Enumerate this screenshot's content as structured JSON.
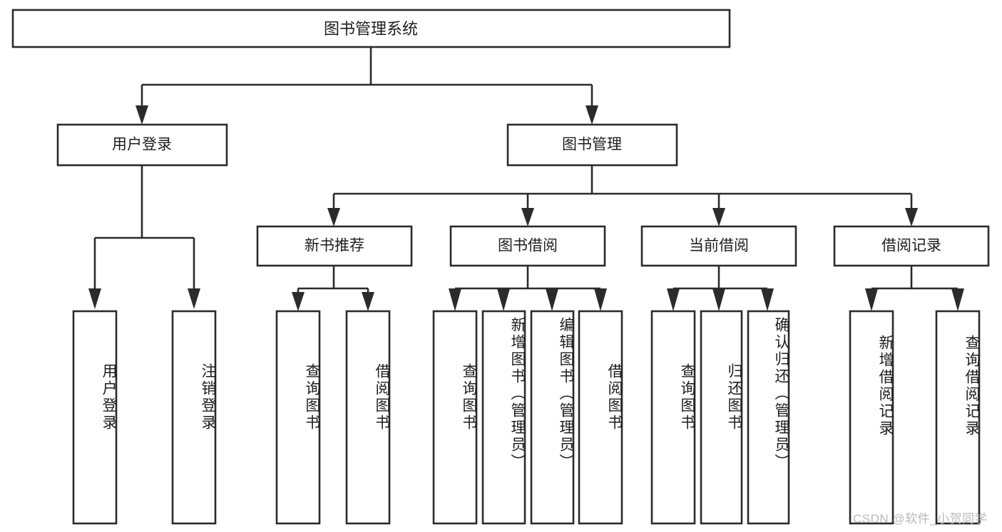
{
  "diagram": {
    "type": "tree-hierarchy",
    "title": "图书管理系统",
    "watermark": "CSDN @软件_小贺同学",
    "style": {
      "box_fill": "#ffffff",
      "box_stroke": "#2b2b2b",
      "text_color": "#1d1d1d",
      "watermark_color": "#b9b9b9",
      "background": "#ffffff"
    },
    "nodes": {
      "root": {
        "label": "图书管理系统",
        "level": 0
      },
      "l1": [
        {
          "id": "user-login",
          "label": "用户登录",
          "level": 1
        },
        {
          "id": "book-manage",
          "label": "图书管理",
          "level": 1
        }
      ],
      "l2": [
        {
          "id": "new-book-recommend",
          "label": "新书推荐",
          "level": 2,
          "parent": "book-manage"
        },
        {
          "id": "book-borrow",
          "label": "图书借阅",
          "level": 2,
          "parent": "book-manage"
        },
        {
          "id": "current-borrow",
          "label": "当前借阅",
          "level": 2,
          "parent": "book-manage"
        },
        {
          "id": "borrow-record",
          "label": "借阅记录",
          "level": 2,
          "parent": "book-manage"
        }
      ],
      "leaves": [
        {
          "id": "leaf-user-login",
          "label": "用户登录",
          "parent": "user-login"
        },
        {
          "id": "leaf-user-logout",
          "label": "注销登录",
          "parent": "user-login"
        },
        {
          "id": "leaf-query-book-1",
          "label": "查询图书",
          "parent": "new-book-recommend"
        },
        {
          "id": "leaf-borrow-book-1",
          "label": "借阅图书",
          "parent": "new-book-recommend"
        },
        {
          "id": "leaf-query-book-2",
          "label": "查询图书",
          "parent": "book-borrow"
        },
        {
          "id": "leaf-add-book",
          "label": "新增图书（管理员）",
          "parent": "book-borrow"
        },
        {
          "id": "leaf-edit-book",
          "label": "编辑图书（管理员）",
          "parent": "book-borrow"
        },
        {
          "id": "leaf-borrow-book-2",
          "label": "借阅图书",
          "parent": "book-borrow"
        },
        {
          "id": "leaf-query-book-3",
          "label": "查询图书",
          "parent": "current-borrow"
        },
        {
          "id": "leaf-return-book",
          "label": "归还图书",
          "parent": "current-borrow"
        },
        {
          "id": "leaf-confirm-return",
          "label": "确认归还（管理员）",
          "parent": "current-borrow"
        },
        {
          "id": "leaf-add-record",
          "label": "新增借阅记录",
          "parent": "borrow-record"
        },
        {
          "id": "leaf-query-record",
          "label": "查询借阅记录",
          "parent": "borrow-record"
        }
      ]
    }
  }
}
